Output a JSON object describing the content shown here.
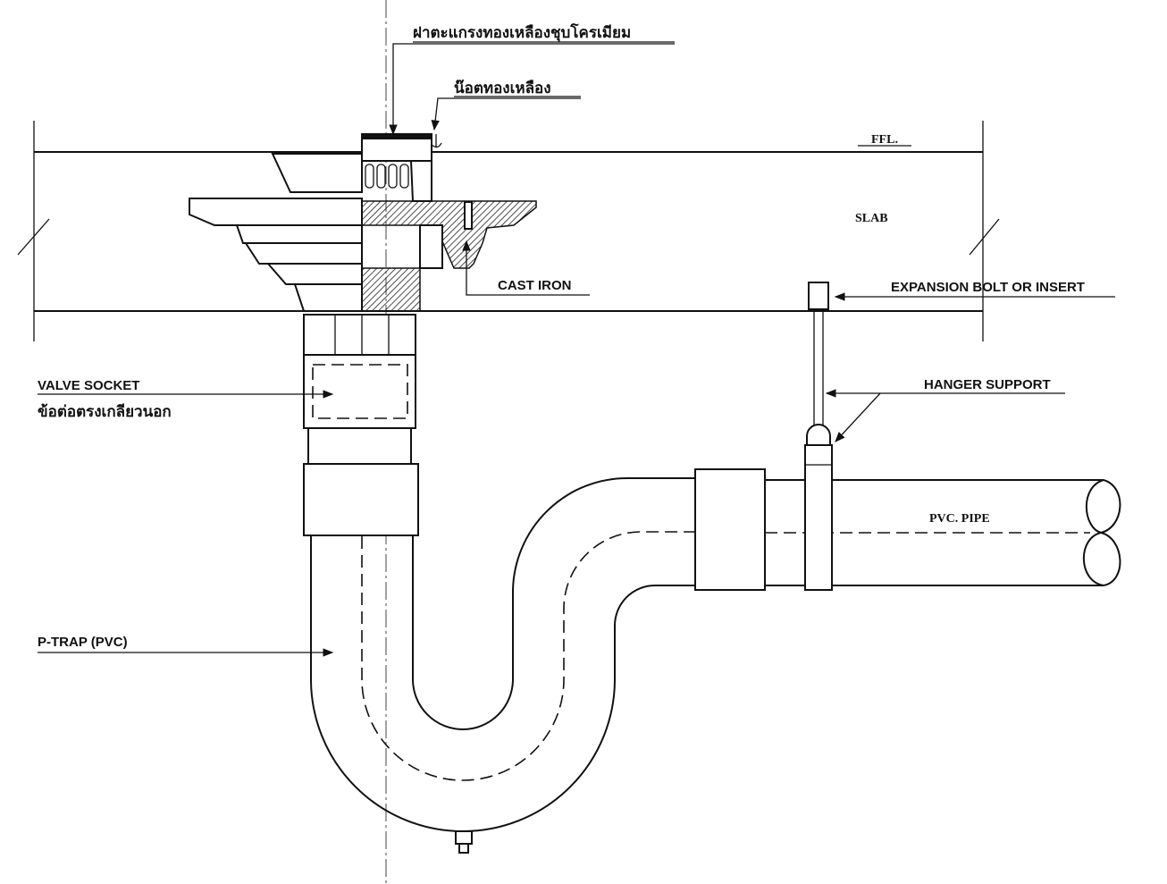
{
  "labels": {
    "grate_cover": "ฝาตะแกรงทองเหลืองชุบโครเมียม",
    "brass_bolt": "น๊อตทองเหลือง",
    "ffl": "FFL.",
    "slab": "SLAB",
    "cast_iron": "CAST IRON",
    "expansion_bolt": "EXPANSION BOLT OR INSERT",
    "valve_socket": "VALVE SOCKET",
    "valve_socket_th": "ข้อต่อตรงเกลียวนอก",
    "hanger_support": "HANGER SUPPORT",
    "pvc_pipe": "PVC. PIPE",
    "p_trap": "P-TRAP (PVC)"
  },
  "colors": {
    "line": "#111111",
    "background": "#ffffff"
  }
}
